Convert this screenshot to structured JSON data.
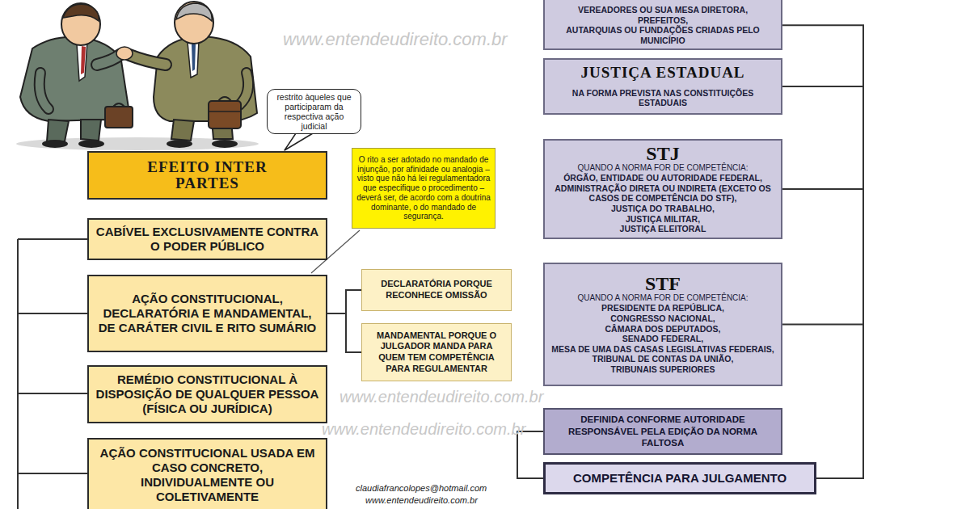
{
  "diagram": {
    "nodes": [
      {
        "text": [
          "restrito àqueles que participaram da respectiva ação judicial"
        ]
      },
      {
        "text": [
          "EFEITO INTER PARTES"
        ]
      },
      {
        "text": [
          "O rito a ser adotado no mandado de injunção, por afinidade ou analogia – visto que não há lei regulamentadora que especifique o procedimento – deverá ser, de acordo com a doutrina dominante, o do mandado de segurança."
        ]
      },
      {
        "text": [
          "CABÍVEL EXCLUSIVAMENTE CONTRA O PODER PÚBLICO"
        ]
      },
      {
        "text": [
          "AÇÃO CONSTITUCIONAL, DECLARATÓRIA E MANDAMENTAL, DE CARÁTER CIVIL E RITO SUMÁRIO"
        ]
      },
      {
        "text": [
          "DECLARATÓRIA PORQUE RECONHECE OMISSÃO"
        ]
      },
      {
        "text": [
          "MANDAMENTAL PORQUE O JULGADOR MANDA PARA QUEM TEM COMPETÊNCIA PARA REGULAMENTAR"
        ]
      },
      {
        "text": [
          "REMÉDIO CONSTITUCIONAL À DISPOSIÇÃO DE QUALQUER PESSOA (FÍSICA OU JURÍDICA)"
        ]
      },
      {
        "text": [
          "AÇÃO CONSTITUCIONAL USADA EM CASO CONCRETO, INDIVIDUALMENTE OU COLETIVAMENTE"
        ]
      },
      {
        "text": [
          "VEREADORES OU SUA MESA DIRETORA,",
          "PREFEITOS,",
          "AUTARQUIAS OU FUNDAÇÕES CRIADAS PELO MUNICÍPIO"
        ]
      },
      {
        "text": [
          "JUSTIÇA ESTADUAL",
          "NA FORMA PREVISTA NAS CONSTITUIÇÕES ESTADUAIS"
        ]
      },
      {
        "text": [
          "STJ",
          "QUANDO A NORMA FOR DE COMPETÊNCIA:",
          "ÓRGÃO, ENTIDADE OU AUTORIDADE FEDERAL,",
          "ADMINISTRAÇÃO DIRETA OU INDIRETA (EXCETO OS CASOS DE COMPETÊNCIA DO STF),",
          "JUSTIÇA DO TRABALHO,",
          "JUSTIÇA MILITAR,",
          "JUSTIÇA ELEITORAL"
        ]
      },
      {
        "text": [
          "STF",
          "QUANDO A NORMA FOR DE COMPETÊNCIA:",
          "PRESIDENTE DA REPÚBLICA,",
          "CONGRESSO NACIONAL,",
          "CÂMARA DOS DEPUTADOS,",
          "SENADO FEDERAL,",
          "MESA DE UMA DAS CASAS LEGISLATIVAS FEDERAIS,",
          "TRIBUNAL DE CONTAS DA UNIÃO,",
          "TRIBUNAIS SUPERIORES"
        ]
      },
      {
        "text": [
          "DEFINIDA CONFORME AUTORIDADE RESPONSÁVEL PELA EDIÇÃO DA NORMA FALTOSA"
        ]
      },
      {
        "text": [
          "COMPETÊNCIA PARA JULGAMENTO"
        ]
      }
    ],
    "edges": [
      {
        "from": 4,
        "to": 5,
        "arrow": "none"
      },
      {
        "from": 4,
        "to": 6,
        "arrow": "none"
      },
      {
        "from": 14,
        "to": 9,
        "arrow": "none"
      },
      {
        "from": 14,
        "to": 10,
        "arrow": "none"
      },
      {
        "from": 14,
        "to": 11,
        "arrow": "none"
      },
      {
        "from": 14,
        "to": 12,
        "arrow": "none"
      },
      {
        "from": 13,
        "to": 14,
        "arrow": "none"
      }
    ],
    "labels": [
      "www.entendeudireito.com.br",
      "www.entendeudireito.com.br",
      "www.entendeudireito.com.br",
      "claudiafrancolopes@hotmail.com",
      "www.entendeudireito.com.br"
    ]
  }
}
